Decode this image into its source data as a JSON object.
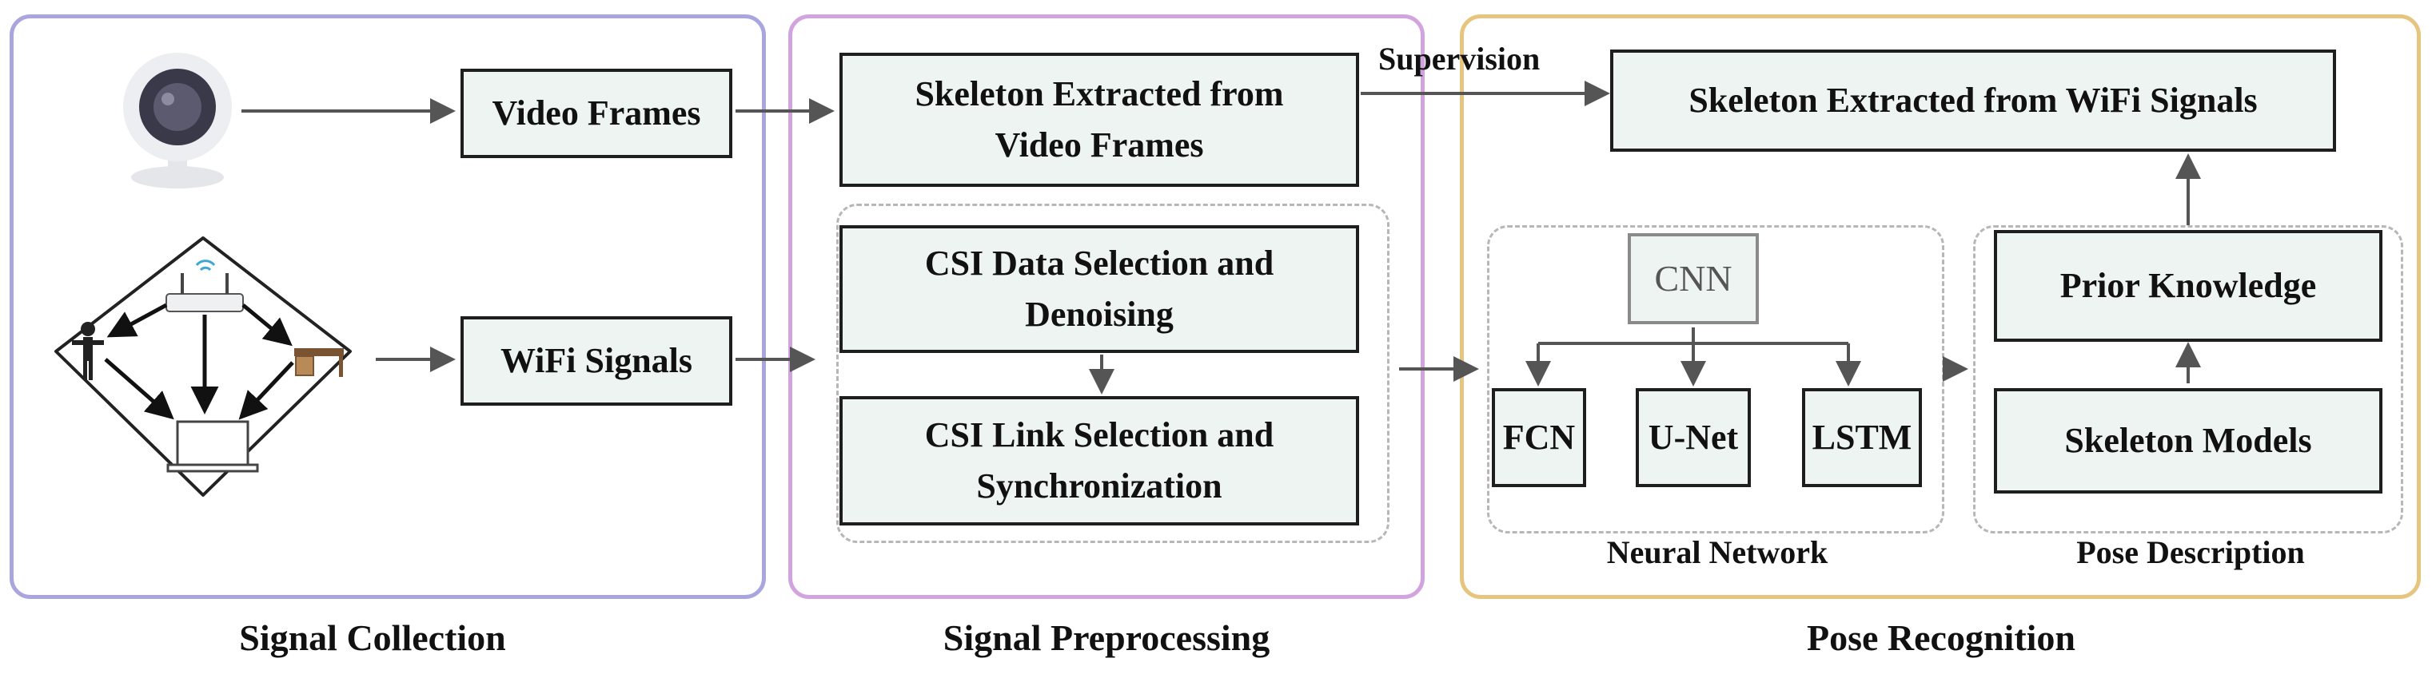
{
  "sections": {
    "signal_collection": "Signal Collection",
    "signal_preprocessing": "Signal Preprocessing",
    "pose_recognition": "Pose Recognition"
  },
  "nodes": {
    "video_frames": "Video Frames",
    "wifi_signals": "WiFi Signals",
    "skeleton_video": [
      "Skeleton Extracted from",
      "Video Frames"
    ],
    "csi_denoise": [
      "CSI Data Selection and",
      "Denoising"
    ],
    "csi_link": [
      "CSI Link Selection and",
      "Synchronization"
    ],
    "skeleton_wifi": "Skeleton Extracted from WiFi Signals",
    "cnn": "CNN",
    "fcn": "FCN",
    "unet": "U-Net",
    "lstm": "LSTM",
    "prior_knowledge": "Prior Knowledge",
    "skeleton_models": "Skeleton Models"
  },
  "group_labels": {
    "neural_network": "Neural Network",
    "pose_description": "Pose Description"
  },
  "edge_labels": {
    "supervision": "Supervision"
  },
  "icons": {
    "camera": "webcam-icon",
    "wifi_scene": "wifi-sensing-scene-icon"
  },
  "colors": {
    "collection_border": "#a9a5de",
    "preprocessing_border": "#d2a4df",
    "recognition_border": "#e6c67f",
    "box_fill": "#eef4f2"
  }
}
